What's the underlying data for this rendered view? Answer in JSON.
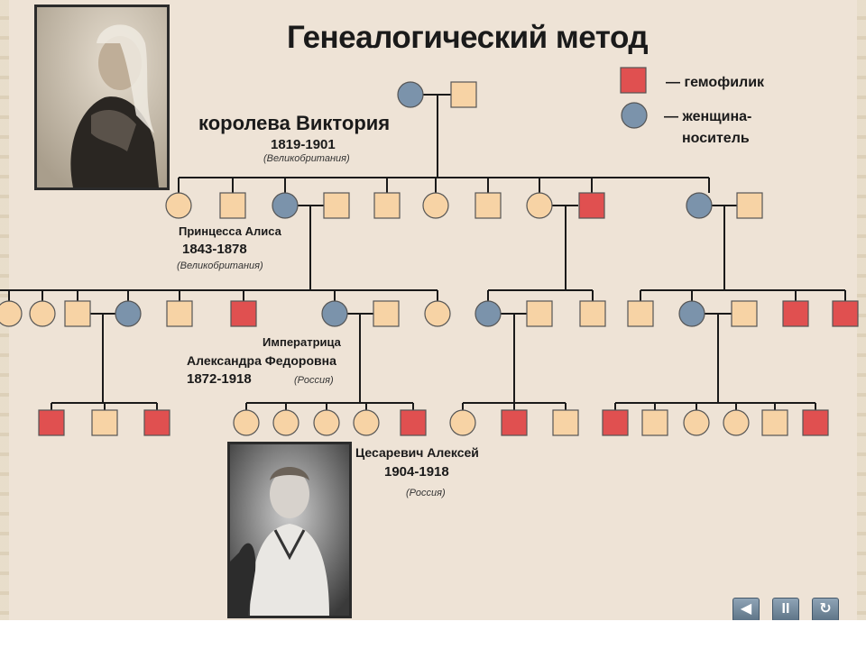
{
  "title": "Генеалогический метод",
  "legend": {
    "hemophiliac": "— гемофилик",
    "carrier_line1": "— женщина-",
    "carrier_line2": "носитель"
  },
  "colors": {
    "background": "#eee3d6",
    "healthy_fill": "#f7d3a5",
    "hemophiliac_fill": "#e05050",
    "carrier_fill": "#7b93ab",
    "line": "#1a1a1a"
  },
  "victoria": {
    "name": "королева Виктория",
    "years": "1819-1901",
    "country": "(Великобритания)"
  },
  "alice": {
    "name": "Принцесса Алиса",
    "years": "1843-1878",
    "country": "(Великобритания)"
  },
  "alexandra": {
    "title": "Императрица",
    "name": "Александра Федоровна",
    "years": "1872-1918",
    "country": "(Россия)"
  },
  "alexei": {
    "name": "Цесаревич Алексей",
    "years": "1904-1918",
    "country": "(Россия)"
  },
  "nav": {
    "back": "◀",
    "pause": "II",
    "reload": "↻"
  }
}
